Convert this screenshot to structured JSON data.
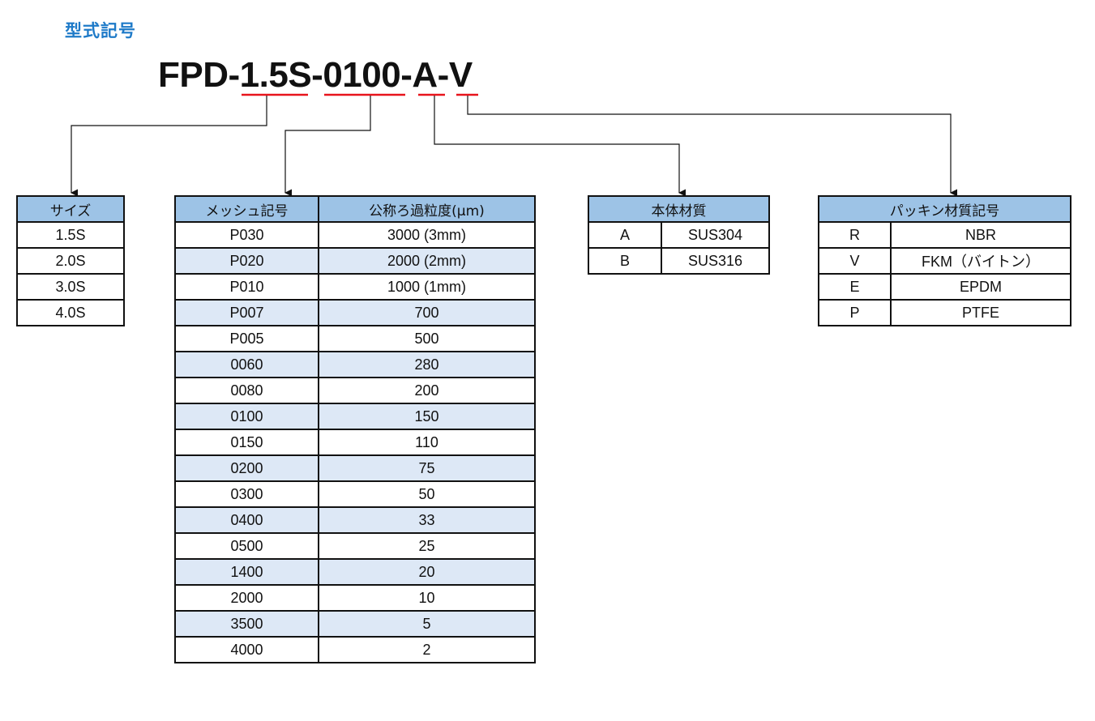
{
  "heading": "型式記号",
  "model": {
    "prefix": "FPD-",
    "size": "1.5S",
    "sep1": "-",
    "mesh": "0100",
    "sep2": "-",
    "body": "A",
    "sep3": "-",
    "packing": "V"
  },
  "colors": {
    "heading": "#1e7ac8",
    "header_fill": "#9dc3e6",
    "alt_row_fill": "#dde8f6",
    "underline": "#e8141c"
  },
  "size_table": {
    "header": "サイズ",
    "rows": [
      "1.5S",
      "2.0S",
      "3.0S",
      "4.0S"
    ]
  },
  "mesh_table": {
    "headers": [
      "メッシュ記号",
      "公称ろ過粒度(μm)"
    ],
    "rows": [
      [
        "P030",
        "3000 (3mm)"
      ],
      [
        "P020",
        "2000 (2mm)"
      ],
      [
        "P010",
        "1000 (1mm)"
      ],
      [
        "P007",
        "700"
      ],
      [
        "P005",
        "500"
      ],
      [
        "0060",
        "280"
      ],
      [
        "0080",
        "200"
      ],
      [
        "0100",
        "150"
      ],
      [
        "0150",
        "110"
      ],
      [
        "0200",
        "75"
      ],
      [
        "0300",
        "50"
      ],
      [
        "0400",
        "33"
      ],
      [
        "0500",
        "25"
      ],
      [
        "1400",
        "20"
      ],
      [
        "2000",
        "10"
      ],
      [
        "3500",
        "5"
      ],
      [
        "4000",
        "2"
      ]
    ]
  },
  "body_table": {
    "header": "本体材質",
    "rows": [
      [
        "A",
        "SUS304"
      ],
      [
        "B",
        "SUS316"
      ]
    ]
  },
  "packing_table": {
    "header": "パッキン材質記号",
    "rows": [
      [
        "R",
        "NBR"
      ],
      [
        "V",
        "FKM（バイトン）"
      ],
      [
        "E",
        "EPDM"
      ],
      [
        "P",
        "PTFE"
      ]
    ]
  }
}
